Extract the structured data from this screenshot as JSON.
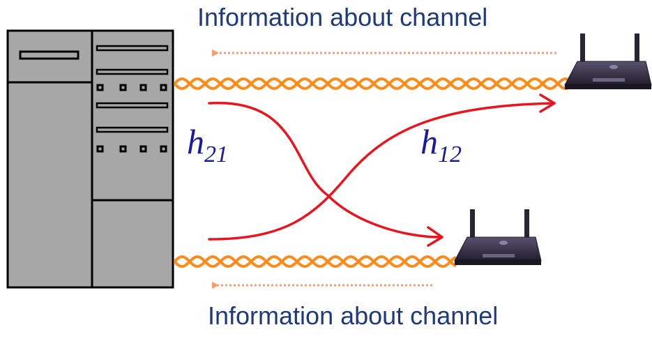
{
  "labels": {
    "top": "Information about channel",
    "bottom": "Information about channel"
  },
  "channels": {
    "h21_base": "h",
    "h21_sub": "21",
    "h12_base": "h",
    "h12_sub": "12"
  },
  "colors": {
    "text": "#1f3a7a",
    "math": "#1a1aa0",
    "cable": "#ff8c1a",
    "signal": "#e8141e",
    "feedback": "#ff9966",
    "server_fill": "#a7a7a7",
    "router_body": "#3b3548"
  },
  "icons": {
    "server": "server-rack-icon",
    "router_top": "wireless-router-icon",
    "router_bottom": "wireless-router-icon"
  }
}
